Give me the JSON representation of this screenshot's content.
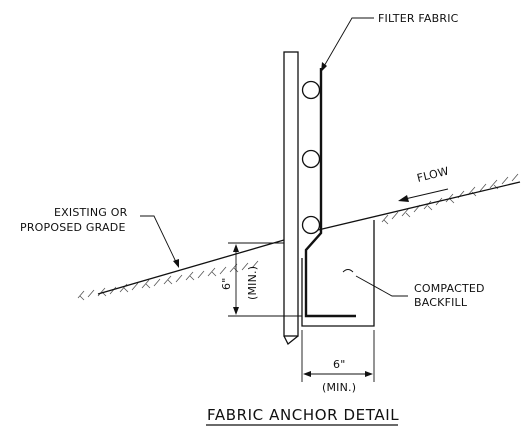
{
  "labels": {
    "filter_fabric": "FILTER FABRIC",
    "flow": "FLOW",
    "existing_line1": "EXISTING OR",
    "existing_line2": "PROPOSED GRADE",
    "compacted": "COMPACTED",
    "backfill": "BACKFILL",
    "depth_value": "6\"",
    "depth_min": "(MIN.)",
    "width_value": "6\"",
    "width_min": "(MIN.)"
  },
  "title": "FABRIC ANCHOR DETAIL"
}
